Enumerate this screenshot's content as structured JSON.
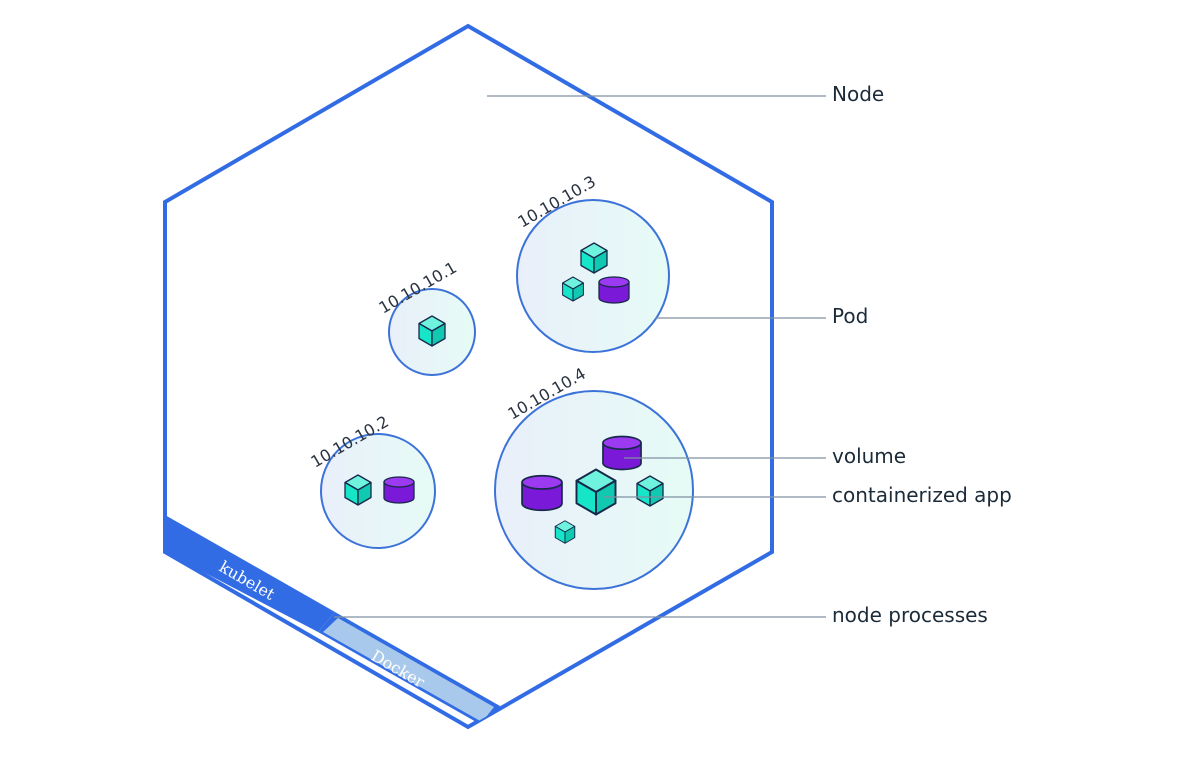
{
  "callouts": {
    "node": "Node",
    "pod": "Pod",
    "volume": "volume",
    "containerized_app": "containerized app",
    "node_processes": "node processes"
  },
  "pods": [
    {
      "ip": "10.10.10.1"
    },
    {
      "ip": "10.10.10.2"
    },
    {
      "ip": "10.10.10.3"
    },
    {
      "ip": "10.10.10.4"
    }
  ],
  "processes": {
    "kubelet": "kubelet",
    "docker": "Docker"
  },
  "colors": {
    "node_outline": "#326ce5",
    "pod_outline": "#3b73d9",
    "container": "#16e5c8",
    "volume": "#8620e6",
    "kubelet_bar": "#326ce5",
    "docker_bar": "#a8c9eb"
  },
  "icons": {
    "container": "cube-icon",
    "volume": "cylinder-icon"
  }
}
